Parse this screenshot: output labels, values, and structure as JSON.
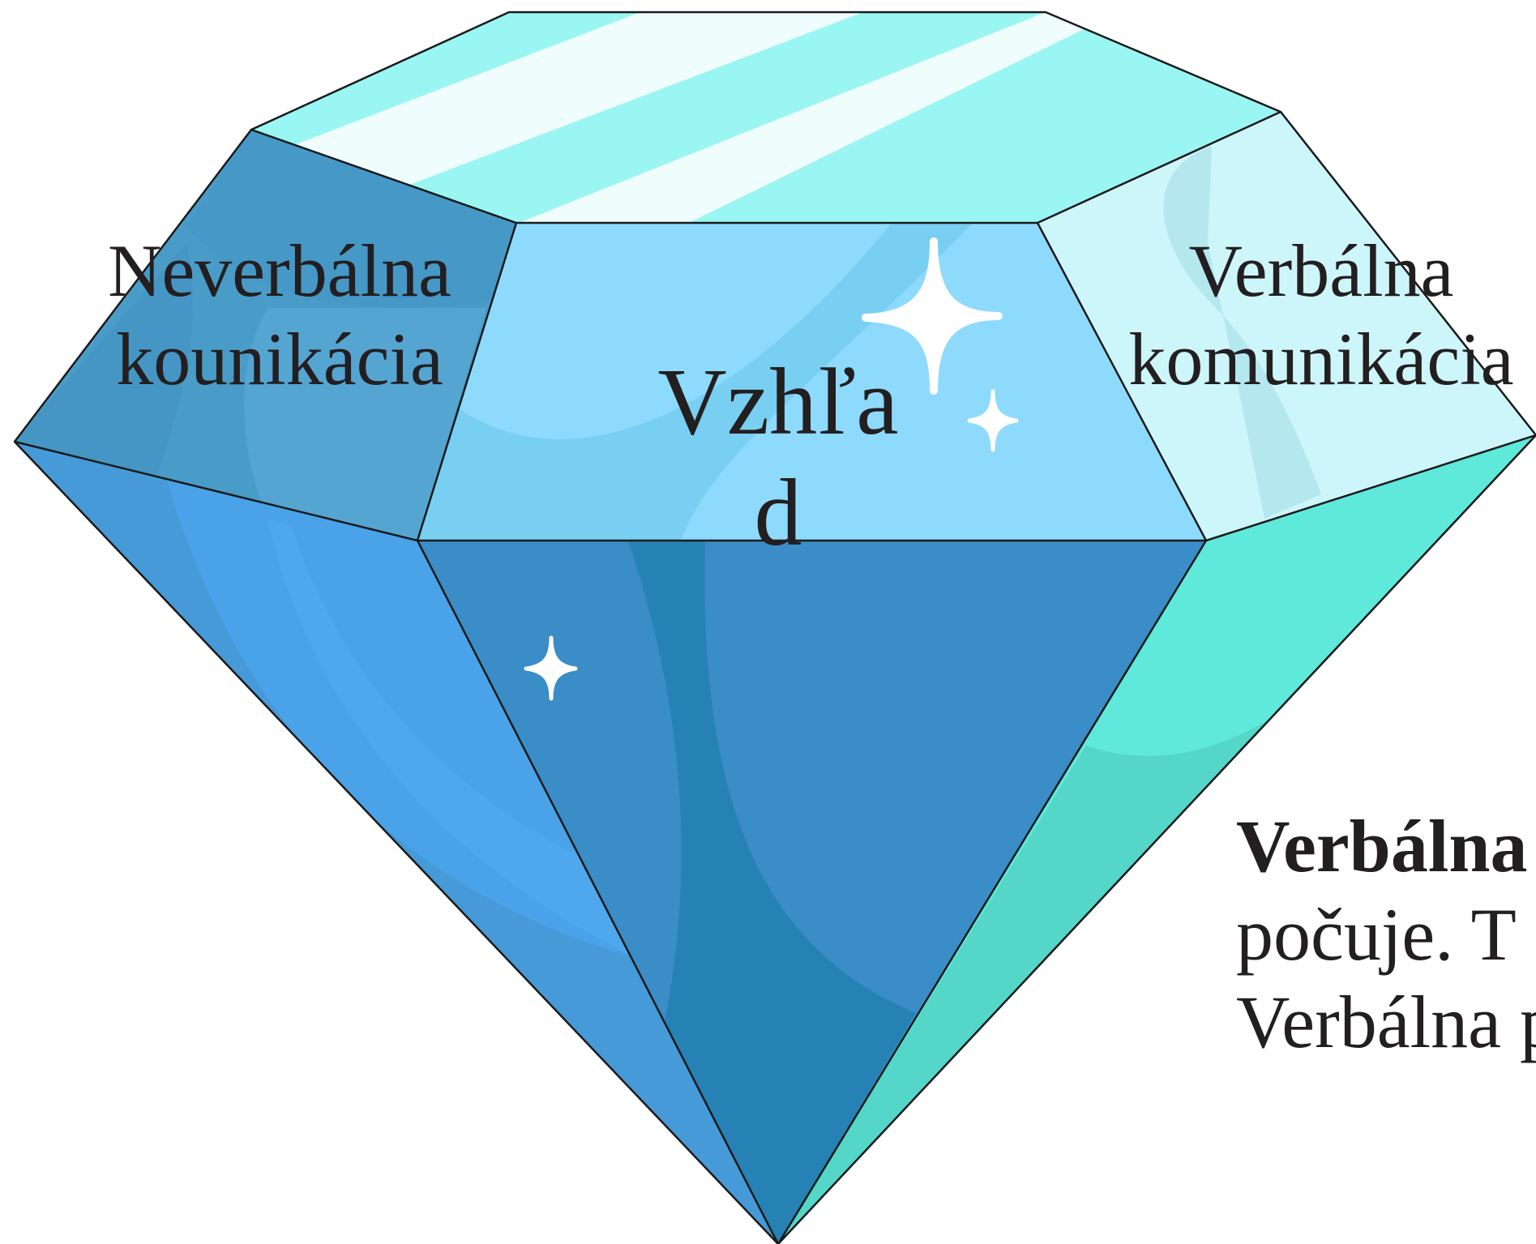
{
  "diagram": {
    "labels": {
      "left": [
        "Neverbálna",
        "kounikácia"
      ],
      "center": [
        "Vzhľa",
        "d"
      ],
      "right": [
        "Verbálna",
        "komunikácia"
      ]
    },
    "description": {
      "heading": "Verbálna",
      "line1": "počuje.  T",
      "line2": "Verbálna p"
    }
  },
  "colors": {
    "top_facet": "#9af6f2",
    "top_highlight": "#effefd",
    "upper_left": "#4a9cc8",
    "upper_center": "#8ddafc",
    "upper_right": "#cdf6fb",
    "lower_left": "#4aa3e8",
    "lower_center": "#3a8dc6",
    "lower_right": "#5fe9da",
    "outline": "#1a1a1a",
    "sparkle": "#ffffff",
    "text": "#231f20"
  }
}
